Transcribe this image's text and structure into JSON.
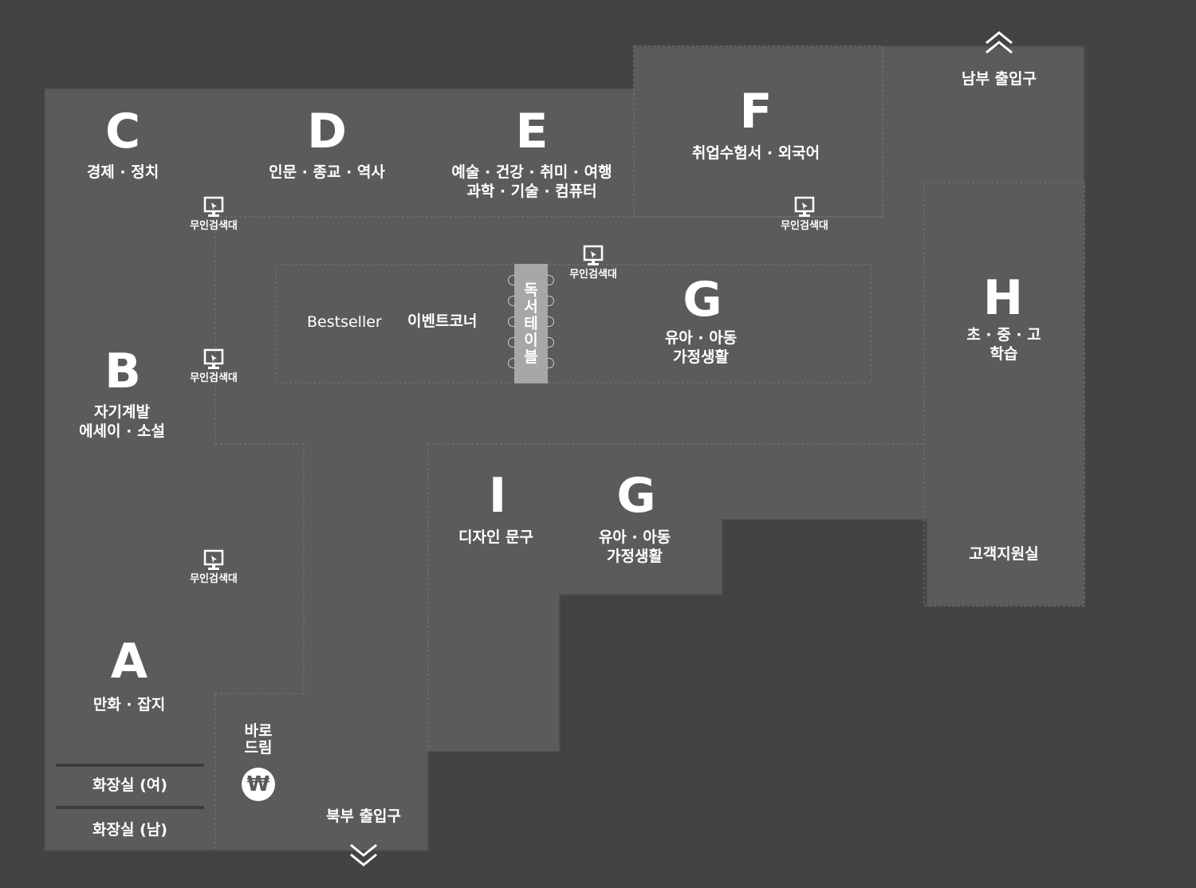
{
  "map": {
    "colors": {
      "background": "#434343",
      "floor": "#5d5a5a",
      "dashed_outline": "#7a7777",
      "reading_table": "#a8a6a6",
      "text": "#ffffff"
    },
    "zones": {
      "c": {
        "letter": "C",
        "line1": "경제 · 정치"
      },
      "d": {
        "letter": "D",
        "line1": "인문 · 종교 · 역사"
      },
      "e": {
        "letter": "E",
        "line1": "예술 · 건강 · 취미 · 여행",
        "line2": "과학 · 기술 · 컴퓨터"
      },
      "f": {
        "letter": "F",
        "line1": "취업수험서 · 외국어"
      },
      "g_upper": {
        "letter": "G",
        "line1": "유아 · 아동",
        "line2": "가정생활"
      },
      "h": {
        "letter": "H",
        "line1": "초 · 중 · 고",
        "line2": "학습"
      },
      "b": {
        "letter": "B",
        "line1": "자기계발",
        "line2": "에세이 · 소설"
      },
      "i": {
        "letter": "I",
        "line1": "디자인 문구"
      },
      "g_lower": {
        "letter": "G",
        "line1": "유아 · 아동",
        "line2": "가정생활"
      },
      "a": {
        "letter": "A",
        "line1": "만화 · 잡지"
      }
    },
    "kiosk_label": "무인검색대",
    "bestseller": "Bestseller",
    "event_corner": "이벤트코너",
    "reading_table": [
      "독",
      "서",
      "테",
      "이",
      "블"
    ],
    "south_entrance": "남부 출입구",
    "north_entrance": "북부 출입구",
    "customer_support": "고객지원실",
    "restroom_female": "화장실 (여)",
    "restroom_male": "화장실 (남)",
    "baro_line1": "바로",
    "baro_line2": "드림",
    "won_icon": "₩",
    "icons": {
      "kiosk": "computer-monitor-icon",
      "entrance_up": "double-chevron-up-icon",
      "entrance_down": "double-chevron-down-icon",
      "baro_dream": "won-coin-icon"
    }
  }
}
